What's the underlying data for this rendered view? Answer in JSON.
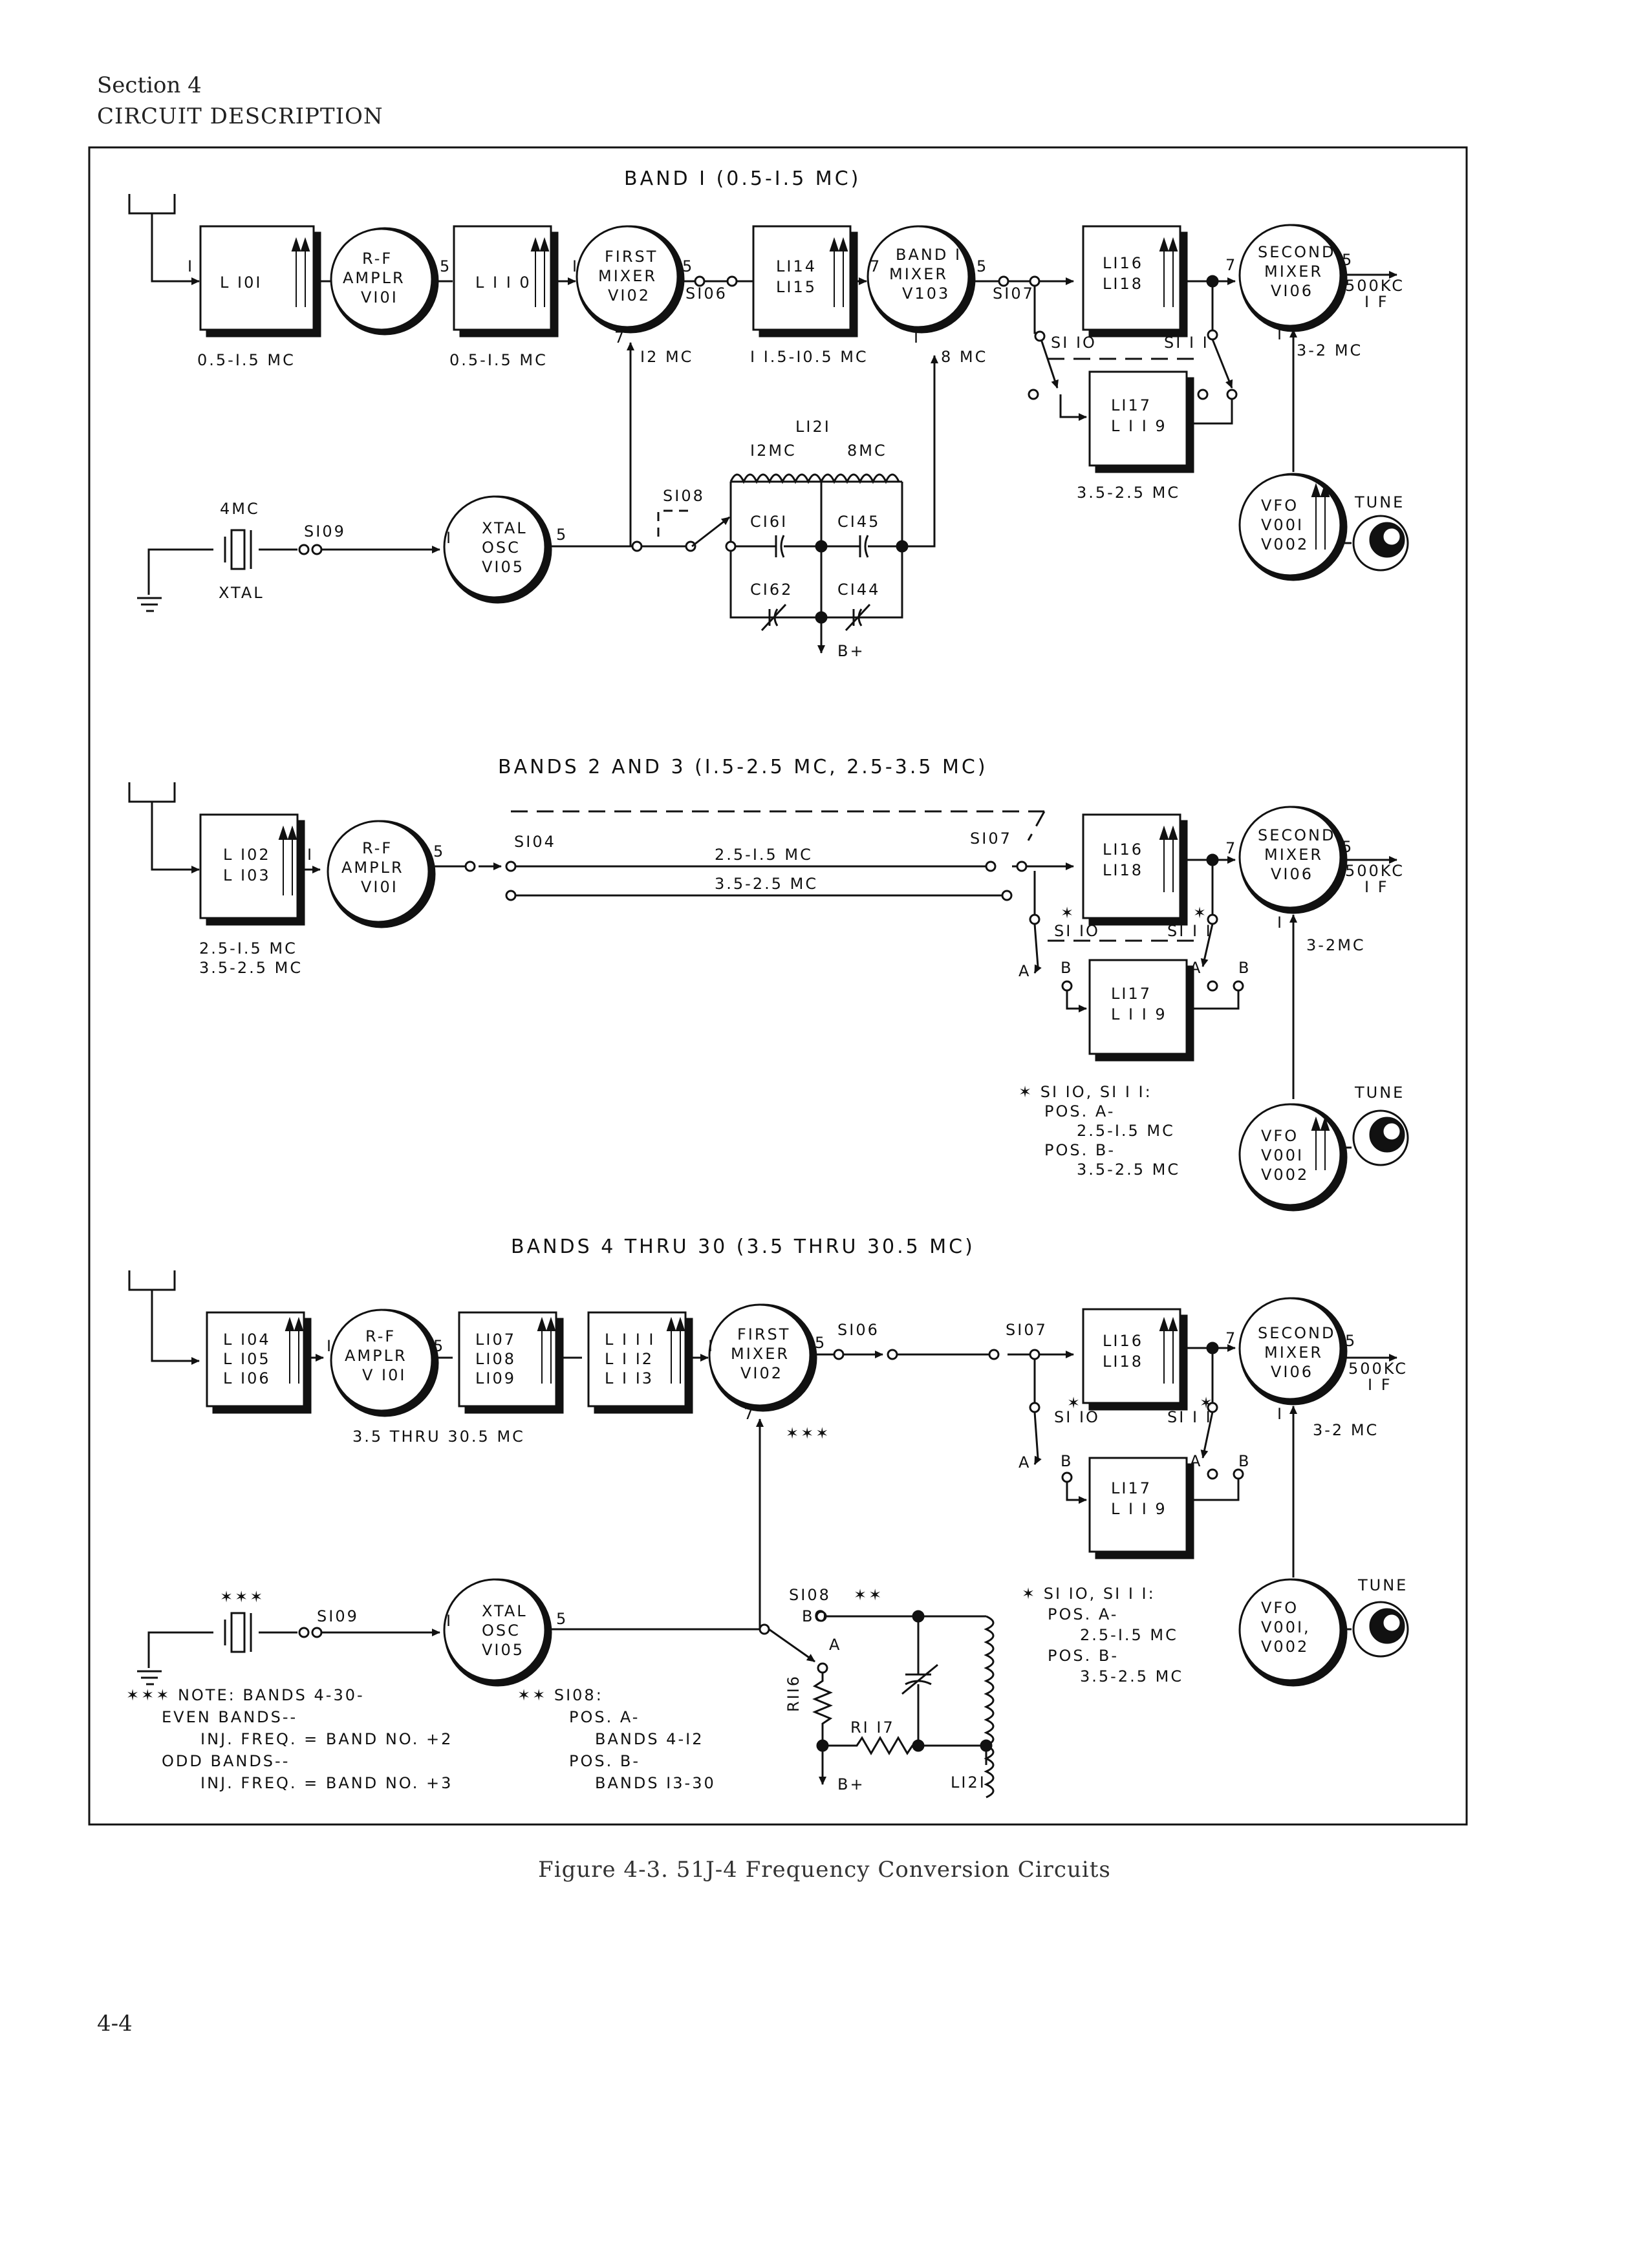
{
  "header": {
    "section": "Section 4",
    "subtitle": "CIRCUIT DESCRIPTION"
  },
  "caption": "Figure 4-3.  51J-4 Frequency Conversion Circuits",
  "page_number": "4-4",
  "band1": {
    "title": "BAND I  (0.5-I.5 MC)",
    "l101": "L I0I",
    "rf": [
      "R-F",
      "AMPLR",
      "VI0I"
    ],
    "l110": "L I I 0",
    "mix1": [
      "FIRST",
      "MIXER",
      "VI02"
    ],
    "s106": "SI06",
    "l114": [
      "LI14",
      "LI15"
    ],
    "band1mix": [
      "BAND I",
      "MIXER",
      "V103"
    ],
    "s107": "SI07",
    "l116": [
      "LI16",
      "LI18"
    ],
    "mix2": [
      "SECOND",
      "MIXER",
      "VI06"
    ],
    "out": [
      "500KC",
      "I F"
    ],
    "s110": "SI IO",
    "s111": "SI I I",
    "l117": [
      "LI17",
      "L I I 9"
    ],
    "vfo": [
      "VFO",
      "V00I",
      "V002"
    ],
    "tune": "TUNE",
    "f_in": "0.5-I.5 MC",
    "f_l110": "0.5-I.5 MC",
    "f_12": "I2 MC",
    "f_115": "I I.5-I0.5 MC",
    "f_8": "8 MC",
    "f_35": "3.5-2.5 MC",
    "f_32": "3-2 MC",
    "xtal_freq": "4MC",
    "xtal": "XTAL",
    "s109": "SI09",
    "osc": [
      "XTAL",
      "OSC",
      "VI05"
    ],
    "s108": "SI08",
    "l121": "LI2I",
    "l121_12": "I2MC",
    "l121_8": "8MC",
    "c161": "CI6I",
    "c145": "CI45",
    "c162": "CI62",
    "c144": "CI44",
    "bplus": "B+",
    "pins": {
      "p5": "5",
      "p7": "7",
      "p1": "I"
    }
  },
  "band23": {
    "title": "BANDS  2  AND  3  (I.5-2.5 MC,  2.5-3.5 MC)",
    "l102": [
      "L I02",
      "L I03"
    ],
    "rf": [
      "R-F",
      "AMPLR",
      "VI0I"
    ],
    "s104": "SI04",
    "s107": "SI07",
    "path1": "2.5-I.5 MC",
    "path2": "3.5-2.5 MC",
    "l116": [
      "LI16",
      "LI18"
    ],
    "mix2": [
      "SECOND",
      "MIXER",
      "VI06"
    ],
    "out": [
      "500KC",
      "I F"
    ],
    "s110": "SI IO",
    "s111": "SI I I",
    "l117": [
      "LI17",
      "L I I 9"
    ],
    "f_in": [
      "2.5-I.5 MC",
      "3.5-2.5 MC"
    ],
    "f_32": "3-2MC",
    "note": [
      "✶ SI IO, SI I I:",
      "POS. A-",
      "2.5-I.5 MC",
      "POS. B-",
      "3.5-2.5 MC"
    ],
    "vfo": [
      "VFO",
      "V00I",
      "V002"
    ],
    "tune": "TUNE",
    "a": "A",
    "b": "B",
    "star": "✶"
  },
  "band4": {
    "title": "BANDS  4  THRU  30  (3.5  THRU  30.5 MC)",
    "l104": [
      "L I04",
      "L I05",
      "L I06"
    ],
    "rf": [
      "R-F",
      "AMPLR",
      "V I0I"
    ],
    "l107": [
      "LI07",
      "LI08",
      "LI09"
    ],
    "l111": [
      "L I I I",
      "L I I2",
      "L I I3"
    ],
    "mix1": [
      "FIRST",
      "MIXER",
      "VI02"
    ],
    "s106": "SI06",
    "s107": "SI07",
    "l116": [
      "LI16",
      "LI18"
    ],
    "mix2": [
      "SECOND",
      "MIXER",
      "VI06"
    ],
    "out": [
      "500KC",
      "I F"
    ],
    "s110": "SI IO",
    "s111": "SI I I",
    "l117": [
      "LI17",
      "L I I 9"
    ],
    "f_in": "3.5 THRU 30.5 MC",
    "f_32": "3-2 MC",
    "stars3": "✶✶✶",
    "stars2": "✶✶",
    "s109": "SI09",
    "osc": [
      "XTAL",
      "OSC",
      "VI05"
    ],
    "s108": "SI08",
    "s108pos": [
      "BO",
      "A"
    ],
    "r116": "RII6",
    "r117": "RI I7",
    "l121": "LI2I",
    "bplus": "B+",
    "note_left": [
      "✶✶✶ NOTE:  BANDS 4-30-",
      "EVEN BANDS--",
      "INJ. FREQ. = BAND  NO. +2",
      "ODD BANDS--",
      "INJ. FREQ. = BAND  NO. +3"
    ],
    "note_mid": [
      "✶✶  SI08:",
      "POS. A-",
      "BANDS 4-I2",
      "POS. B-",
      "BANDS I3-30"
    ],
    "note_right": [
      "✶ SI IO, SI I I:",
      "POS. A-",
      "2.5-I.5 MC",
      "POS. B-",
      "3.5-2.5 MC"
    ],
    "vfo": [
      "VFO",
      "V00I,",
      "V002"
    ],
    "tune": "TUNE",
    "a": "A",
    "b": "B",
    "star": "✶"
  }
}
